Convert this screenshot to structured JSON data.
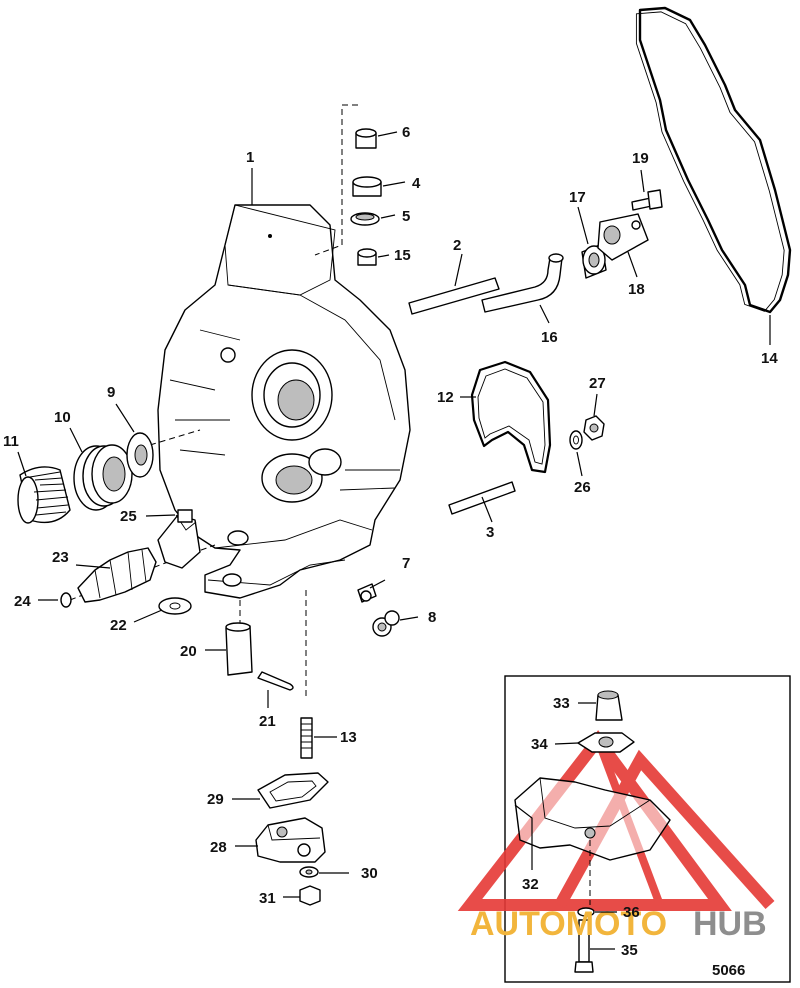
{
  "figure_number": "5066",
  "watermark": {
    "text_a": "AUTOMOTO",
    "text_b": "HUB",
    "color_a": "#f2b53c",
    "color_b": "#8e8e8e",
    "logo_color": "#e53935"
  },
  "callouts": [
    "1",
    "2",
    "3",
    "4",
    "5",
    "6",
    "7",
    "8",
    "9",
    "10",
    "11",
    "12",
    "13",
    "14",
    "15",
    "16",
    "17",
    "18",
    "19",
    "20",
    "21",
    "22",
    "23",
    "24",
    "25",
    "26",
    "27",
    "28",
    "29",
    "30",
    "31",
    "32",
    "33",
    "34",
    "35",
    "36"
  ]
}
